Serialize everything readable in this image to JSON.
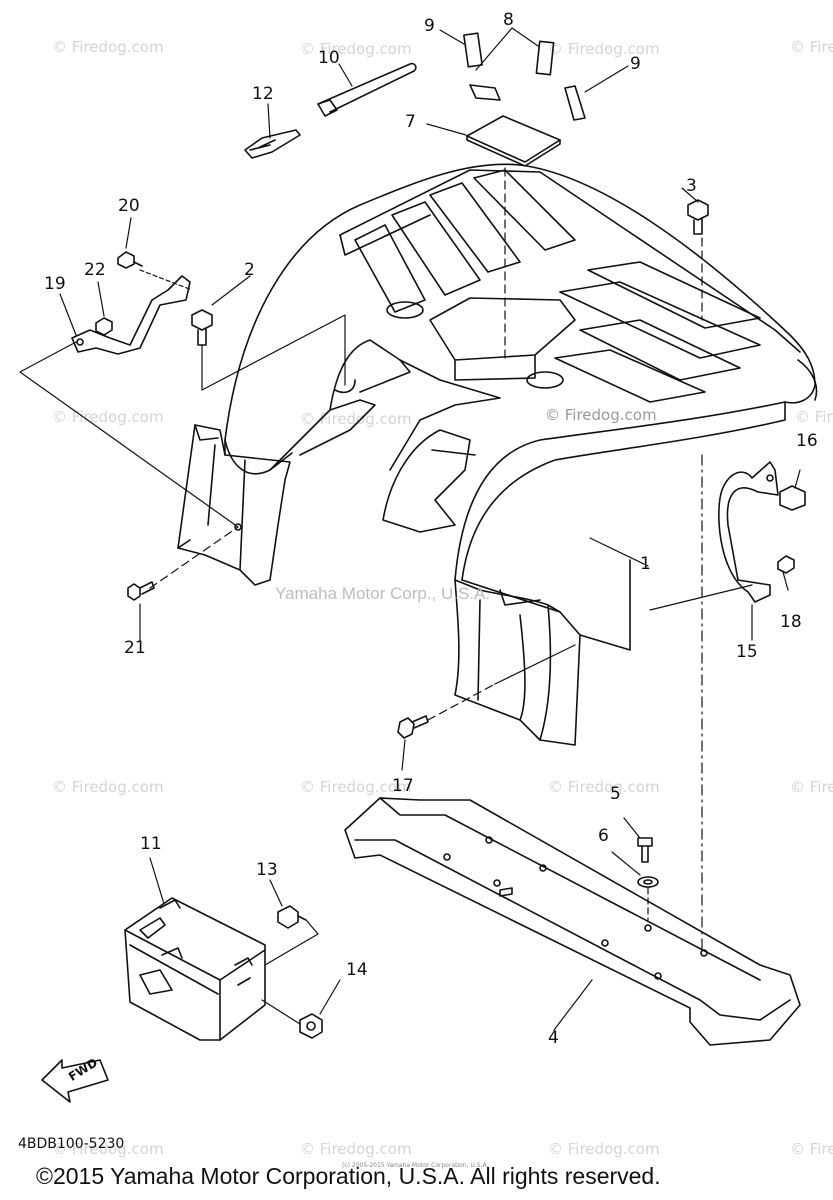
{
  "watermark": {
    "site": "© Firedog.com",
    "center": "Yamaha Motor Corp., U.S.A."
  },
  "callouts": {
    "c1": "1",
    "c2": "2",
    "c3": "3",
    "c4": "4",
    "c5": "5",
    "c6": "6",
    "c7": "7",
    "c8": "8",
    "c9a": "9",
    "c9b": "9",
    "c10": "10",
    "c11": "11",
    "c12": "12",
    "c13": "13",
    "c14": "14",
    "c15": "15",
    "c16": "16",
    "c17": "17",
    "c18": "18",
    "c19": "19",
    "c20": "20",
    "c21": "21",
    "c22": "22"
  },
  "fwd_label": "FWD",
  "catalog_code": "4BDB100-5230",
  "copyright": "©2015 Yamaha Motor Corporation, U.S.A. All rights reserved.",
  "tiny_note": "(c) 2005-2015 Yamaha Motor Corporation, U.S.A."
}
